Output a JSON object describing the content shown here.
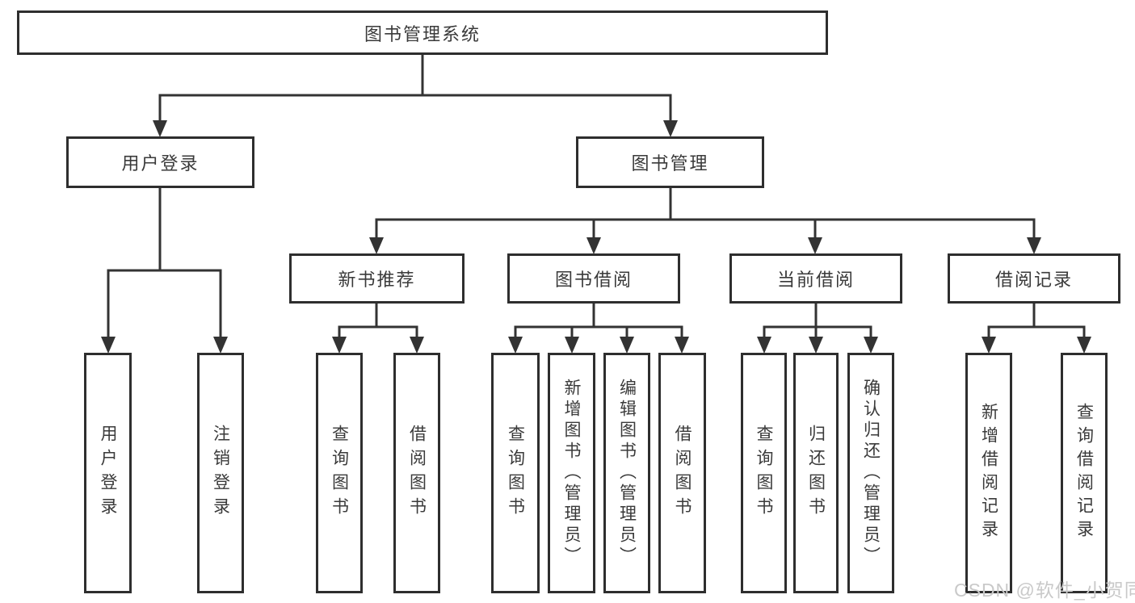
{
  "colors": {
    "line": "#333333",
    "border": "#2e2e2e",
    "text": "#3a3a3a",
    "wm": "#c9c9c9",
    "bg": "#ffffff"
  },
  "tree": {
    "label": "图书管理系统",
    "children": [
      {
        "label": "用户登录",
        "children": [
          {
            "label": "用户登录"
          },
          {
            "label": "注销登录"
          }
        ]
      },
      {
        "label": "图书管理",
        "children": [
          {
            "label": "新书推荐",
            "children": [
              {
                "label": "查询图书"
              },
              {
                "label": "借阅图书"
              }
            ]
          },
          {
            "label": "图书借阅",
            "children": [
              {
                "label": "查询图书"
              },
              {
                "label": "新增图书（管理员）"
              },
              {
                "label": "编辑图书（管理员）"
              },
              {
                "label": "借阅图书"
              }
            ]
          },
          {
            "label": "当前借阅",
            "children": [
              {
                "label": "查询图书"
              },
              {
                "label": "归还图书"
              },
              {
                "label": "确认归还（管理员）"
              }
            ]
          },
          {
            "label": "借阅记录",
            "children": [
              {
                "label": "新增借阅记录"
              },
              {
                "label": "查询借阅记录"
              }
            ]
          }
        ]
      }
    ]
  },
  "watermark": {
    "text": "CSDN @软件_小贺同学"
  }
}
